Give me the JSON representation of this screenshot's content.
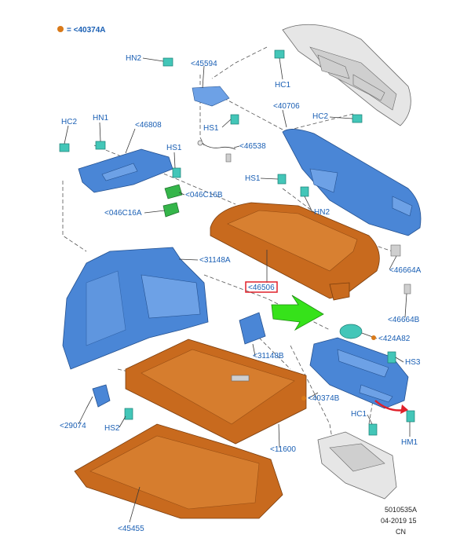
{
  "legend": {
    "dot_color": "#d97a1a",
    "text": "= <40374A"
  },
  "labels": {
    "hn2_top": "HN2",
    "p45594": "<45594",
    "hc1_top": "HC1",
    "p40706": "<40706",
    "hc2_right": "HC2",
    "hc2_left": "HC2",
    "hn1": "HN1",
    "p46808": "<46808",
    "hs1_mid": "HS1",
    "p46538": "<46538",
    "hs1_left": "HS1",
    "p046c16b": "<046C16B",
    "hs1_right": "HS1",
    "hn2_right": "HN2",
    "p046c16a": "<046C16A",
    "p31148a": "<31148A",
    "p46664a": "<46664A",
    "p46506": "<46506",
    "p46664b": "<46664B",
    "p424a82": "<424A82",
    "p31148b": "<31148B",
    "hs3": "HS3",
    "p40374b": "<40374B",
    "p29074": "<29074",
    "hc1_bottom": "HC1",
    "hs2": "HS2",
    "p11600": "<11600",
    "hm1": "HM1",
    "p45455": "<45455"
  },
  "footer": {
    "code": "5010535A",
    "date": "04-2019 15",
    "region": "CN"
  },
  "colors": {
    "label": "#1a5fb4",
    "highlight_box": "#e0202a",
    "arrow": "#36e21a",
    "panel_blue": "#4a86d6",
    "panel_brown": "#c86a1e",
    "clip_teal": "#43c6b8",
    "clip_green": "#35b54a"
  }
}
